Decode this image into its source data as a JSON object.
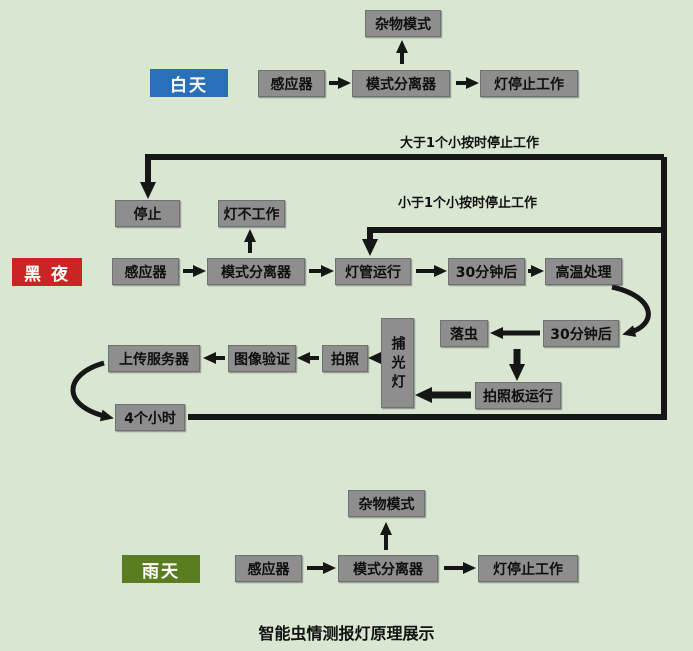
{
  "title": "智能虫情测报灯原理展示",
  "day": {
    "label": "白天",
    "debris": "杂物模式",
    "sensor": "感应器",
    "separator": "模式分离器",
    "lamp_stop": "灯停止工作"
  },
  "night": {
    "label": "黑 夜",
    "note_gt": "大于1个小按时停止工作",
    "note_lt": "小于1个小按时停止工作",
    "stop": "停止",
    "lamp_off": "灯不工作",
    "sensor": "感应器",
    "separator": "模式分离器",
    "lamp_run": "灯管运行",
    "min30_a": "30分钟后",
    "high_temp": "高温处理",
    "min30_b": "30分钟后",
    "drop_insect": "落虫",
    "photo_board": "拍照板运行",
    "trap_lamp": "捕光灯",
    "photo": "拍照",
    "image_verify": "图像验证",
    "upload_server": "上传服务器",
    "hours4": "4个小时"
  },
  "rain": {
    "label": "雨天",
    "debris": "杂物模式",
    "sensor": "感应器",
    "separator": "模式分离器",
    "lamp_stop": "灯停止工作"
  },
  "colors": {
    "background": "#d9e7d2",
    "box_fill": "#8e8e8e",
    "day_tag": "#2a70b8",
    "night_tag": "#cb2424",
    "rain_tag": "#5a7d22",
    "arrow": "#161616"
  }
}
